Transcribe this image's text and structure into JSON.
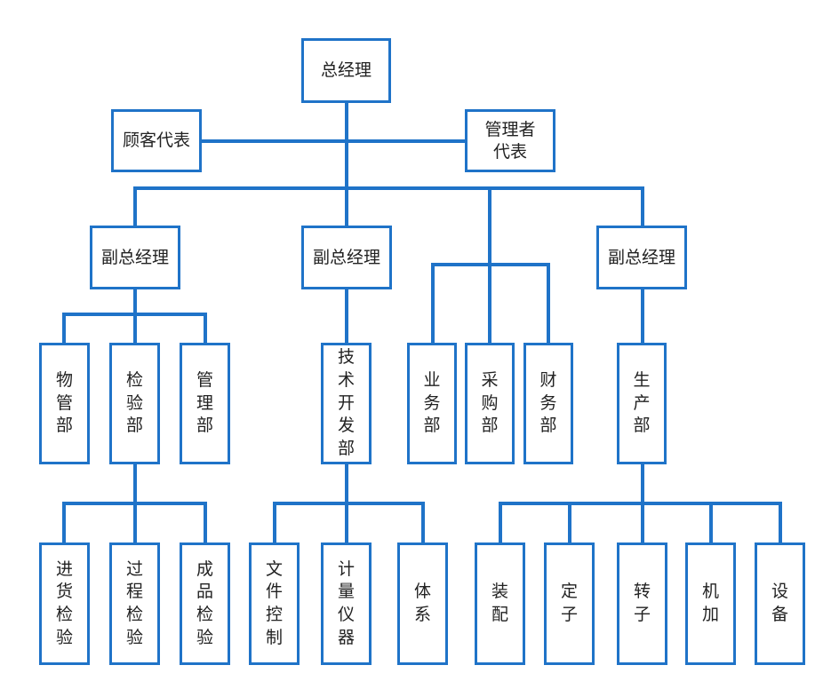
{
  "colors": {
    "line": "#1f73c8",
    "border": "#1f73c8",
    "text": "#222222"
  },
  "nodes": {
    "ceo": "总经理",
    "customer_rep": "顾客代表",
    "mgmt_rep": "管理者\n代表",
    "vp_left": "副总经理",
    "vp_mid": "副总经理",
    "vp_right": "副总经理",
    "material_dept": "物\n管\n部",
    "inspection_dept": "检\n验\n部",
    "management_dept": "管\n理\n部",
    "tech_dev_dept": "技\n术\n开\n发\n部",
    "business_dept": "业\n务\n部",
    "purchasing_dept": "采\n购\n部",
    "finance_dept": "财\n务\n部",
    "production_dept": "生\n产\n部",
    "incoming_inspection": "进\n货\n检\n验",
    "process_inspection": "过\n程\n检\n验",
    "finished_inspection": "成\n品\n检\n验",
    "document_control": "文\n件\n控\n制",
    "measuring_instruments": "计\n量\n仪\n器",
    "system": "体\n系",
    "assembly": "装\n配",
    "stator": "定\n子",
    "rotor": "转\n子",
    "machining": "机\n加",
    "equipment": "设\n备"
  }
}
